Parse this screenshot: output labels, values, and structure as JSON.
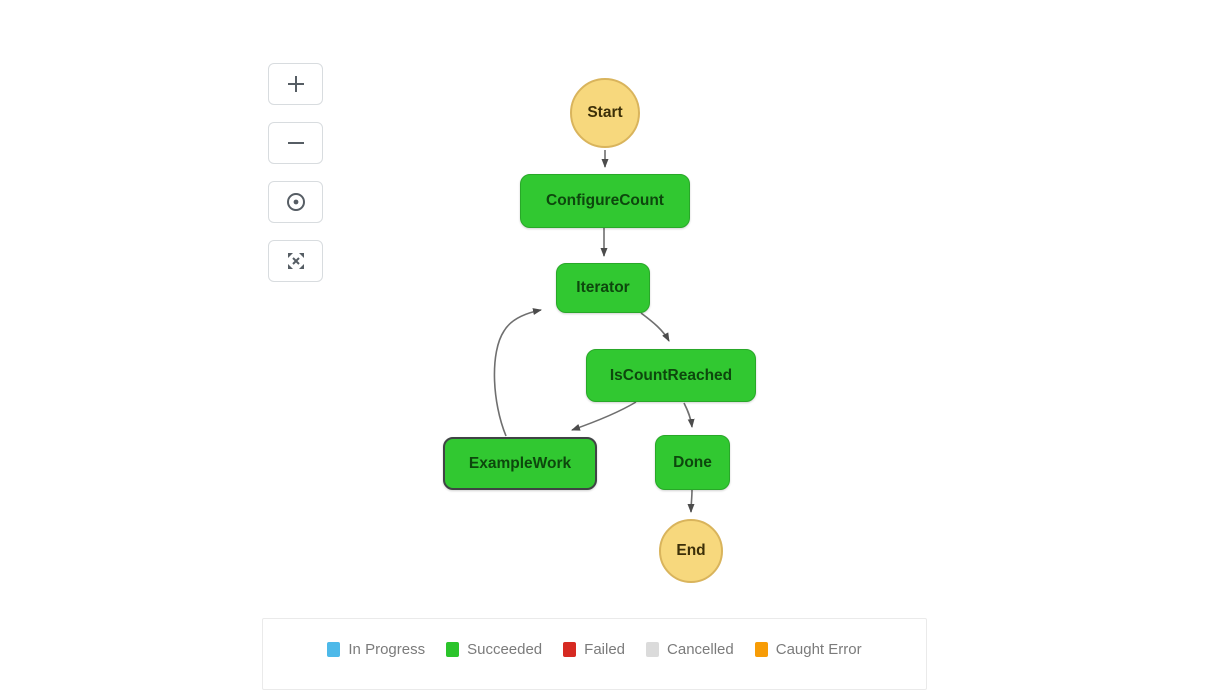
{
  "toolbar": {
    "buttons": [
      {
        "name": "zoom-in",
        "icon": "plus-icon"
      },
      {
        "name": "zoom-out",
        "icon": "minus-icon"
      },
      {
        "name": "center-graph",
        "icon": "center-dot-icon"
      },
      {
        "name": "fit-to-screen",
        "icon": "expand-arrows-icon"
      }
    ]
  },
  "graph": {
    "nodes": {
      "start": {
        "label": "Start",
        "type": "terminal",
        "fill": "#f7d87d"
      },
      "configure_count": {
        "label": "ConfigureCount",
        "type": "state",
        "status": "succeeded",
        "fill": "#31c831"
      },
      "iterator": {
        "label": "Iterator",
        "type": "state",
        "status": "succeeded",
        "fill": "#31c831"
      },
      "is_count_reached": {
        "label": "IsCountReached",
        "type": "state",
        "status": "succeeded",
        "fill": "#31c831"
      },
      "example_work": {
        "label": "ExampleWork",
        "type": "state",
        "status": "succeeded",
        "fill": "#31c831",
        "selected": true
      },
      "done": {
        "label": "Done",
        "type": "state",
        "status": "succeeded",
        "fill": "#31c831"
      },
      "end": {
        "label": "End",
        "type": "terminal",
        "fill": "#f7d87d"
      }
    },
    "edges": [
      {
        "from": "Start",
        "to": "ConfigureCount"
      },
      {
        "from": "ConfigureCount",
        "to": "Iterator"
      },
      {
        "from": "Iterator",
        "to": "IsCountReached"
      },
      {
        "from": "IsCountReached",
        "to": "ExampleWork"
      },
      {
        "from": "IsCountReached",
        "to": "Done"
      },
      {
        "from": "ExampleWork",
        "to": "Iterator"
      },
      {
        "from": "Done",
        "to": "End"
      }
    ]
  },
  "legend": {
    "items": [
      {
        "label": "In Progress",
        "color": "#4db9e9"
      },
      {
        "label": "Succeeded",
        "color": "#2bc42b"
      },
      {
        "label": "Failed",
        "color": "#d62a22"
      },
      {
        "label": "Cancelled",
        "color": "#dbdbdb"
      },
      {
        "label": "Caught Error",
        "color": "#f79c06"
      }
    ]
  },
  "colors": {
    "node_succeeded_fill": "#31c831",
    "node_succeeded_border": "#28a828",
    "terminal_fill": "#f7d87d",
    "terminal_border": "#d9b45c",
    "selected_border": "#3f4444",
    "edge_stroke": "#6f6f6f",
    "arrowhead": "#4c4c4c"
  }
}
